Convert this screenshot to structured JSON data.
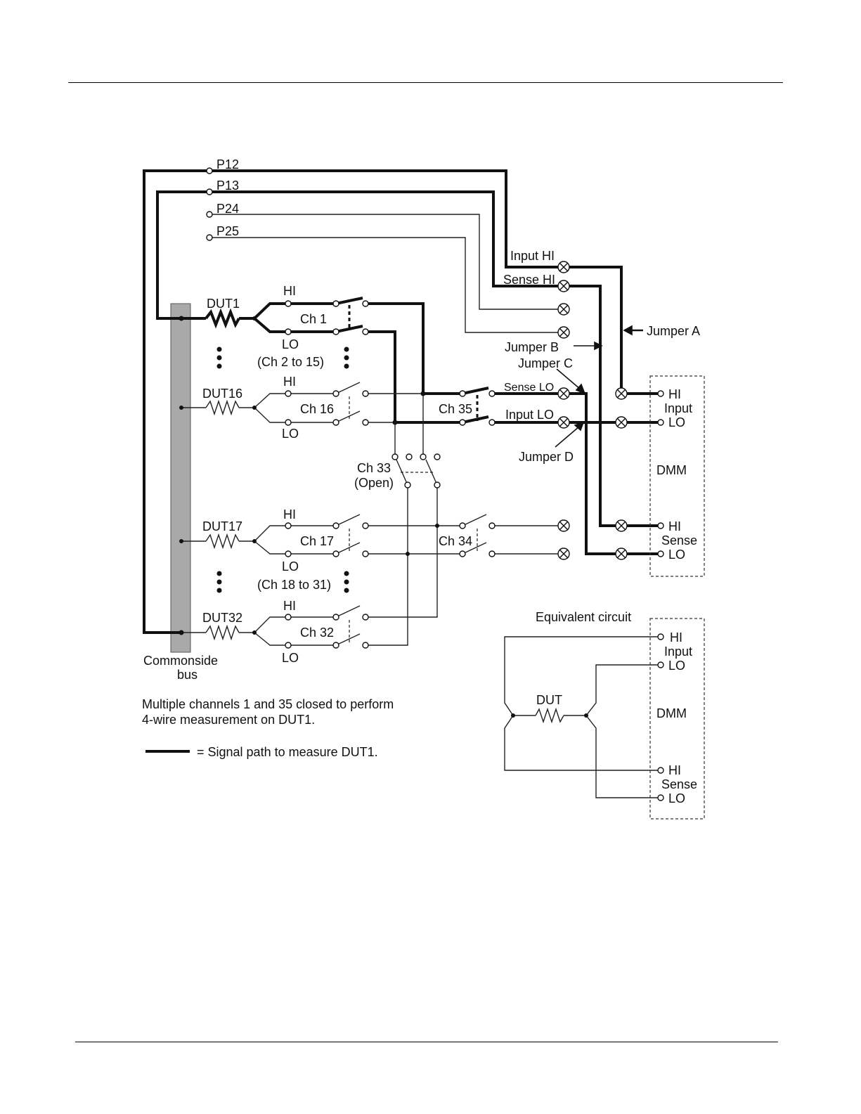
{
  "labels": {
    "p12": "P12",
    "p13": "P13",
    "p24": "P24",
    "p25": "P25",
    "input_hi": "Input HI",
    "sense_hi": "Sense HI",
    "jumper_a": "Jumper A",
    "jumper_b": "Jumper B",
    "jumper_c": "Jumper C",
    "jumper_d": "Jumper D",
    "dut1": "DUT1",
    "dut16": "DUT16",
    "dut17": "DUT17",
    "dut32": "DUT32",
    "hi": "HI",
    "lo": "LO",
    "ch1": "Ch 1",
    "ch2_15": "(Ch 2 to 15)",
    "ch16": "Ch 16",
    "ch17": "Ch 17",
    "ch18_31": "(Ch 18 to 31)",
    "ch32": "Ch 32",
    "ch33": "Ch 33",
    "ch33_open": "(Open)",
    "ch34": "Ch 34",
    "ch35": "Ch 35",
    "sense_lo": "Sense LO",
    "input_lo": "Input LO",
    "input": "Input",
    "sense": "Sense",
    "dmm": "DMM",
    "commonside": "Commonside",
    "bus": "bus",
    "equiv": "Equivalent circuit",
    "dut": "DUT",
    "note1": "Multiple channels 1 and 35 closed to perform",
    "note2": "4-wire measurement on DUT1.",
    "legend": "= Signal path to measure DUT1."
  }
}
